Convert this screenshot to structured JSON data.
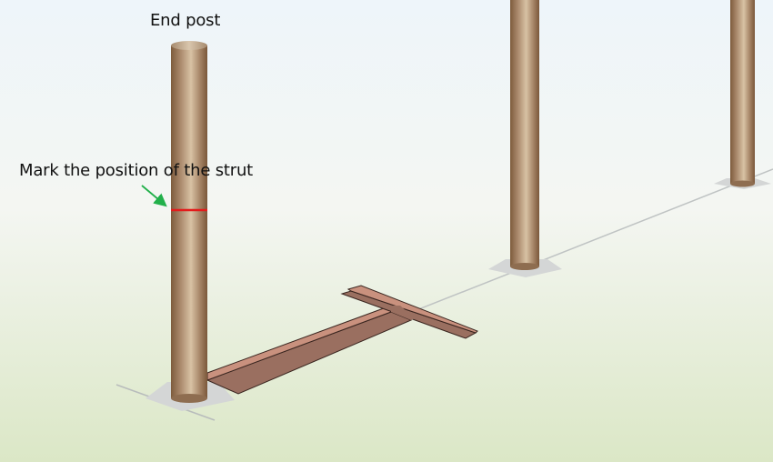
{
  "labels": {
    "end_post": "End post",
    "mark_strut": "Mark the position of the strut"
  },
  "colors": {
    "sky_top": "#eef5fa",
    "ground_bottom": "#dce8c8",
    "post_dark": "#8b6a4a",
    "post_light": "#d6bfa0",
    "base_plate": "#d4d6d6",
    "string_line": "#b8bcbc",
    "trench_top": "#c9917e",
    "trench_floor": "#9a6f60",
    "trench_edge": "#3a2620",
    "mark_line": "#e31b1b",
    "arrow": "#22b04a"
  },
  "posts": [
    {
      "id": "end-post",
      "label": "End post"
    },
    {
      "id": "middle-post"
    },
    {
      "id": "far-post"
    }
  ]
}
